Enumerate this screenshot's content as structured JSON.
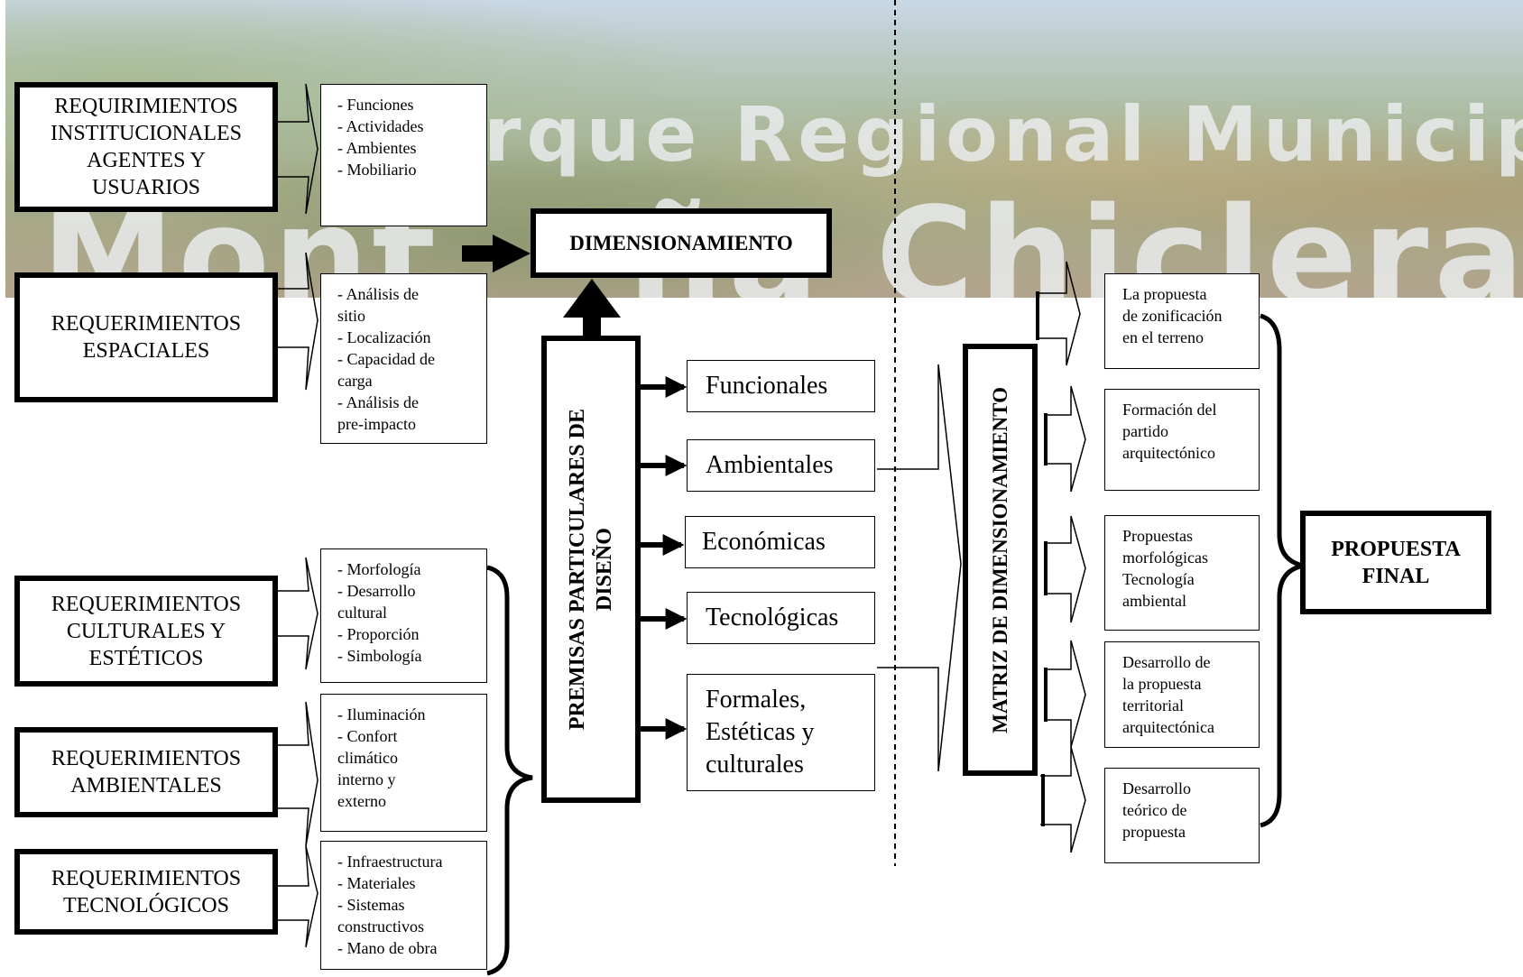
{
  "background": {
    "line1": "rque Regional Municipal",
    "line2a": "Mont",
    "line2b": "ña Chiclera"
  },
  "requirements": [
    {
      "title": "REQUIRIMIENTOS\nINSTITUCIONALES\nAGENTES Y\nUSUARIOS",
      "details": "- Funciones\n- Actividades\n- Ambientes\n- Mobiliario"
    },
    {
      "title": "REQUERIMIENTOS\nESPACIALES",
      "details": "- Análisis de\n   sitio\n- Localización\n- Capacidad de\n   carga\n- Análisis de\n   pre-impacto"
    },
    {
      "title": "REQUERIMIENTOS\nCULTURALES Y\nESTÉTICOS",
      "details": "- Morfología\n- Desarrollo\n   cultural\n- Proporción\n- Simbología"
    },
    {
      "title": "REQUERIMIENTOS\nAMBIENTALES",
      "details": "- Iluminación\n- Confort\n   climático\n   interno y\n   externo"
    },
    {
      "title": "REQUERIMIENTOS\nTECNOLÓGICOS",
      "details": "- Infraestructura\n- Materiales\n- Sistemas\n   constructivos\n- Mano de obra"
    }
  ],
  "dimensionamiento": "DIMENSIONAMIENTO",
  "premisas": {
    "title": "PREMISAS PARTICULARES DE\nDISEÑO",
    "items": [
      "Funcionales",
      "Ambientales",
      "Económicas",
      "Tecnológicas",
      "Formales,\nEstéticas y\nculturales"
    ]
  },
  "matriz": "MATRIZ DE DIMENSIONAMIENTO",
  "outcomes": [
    "La propuesta\nde zonificación\nen el terreno",
    "Formación del\npartido\narquitectónico",
    "Propuestas\nmorfológicas\nTecnología\nambiental",
    "Desarrollo de\nla propuesta\nterritorial\narquitectónica",
    "Desarrollo\nteórico de\npropuesta"
  ],
  "final": "PROPUESTA\nFINAL"
}
